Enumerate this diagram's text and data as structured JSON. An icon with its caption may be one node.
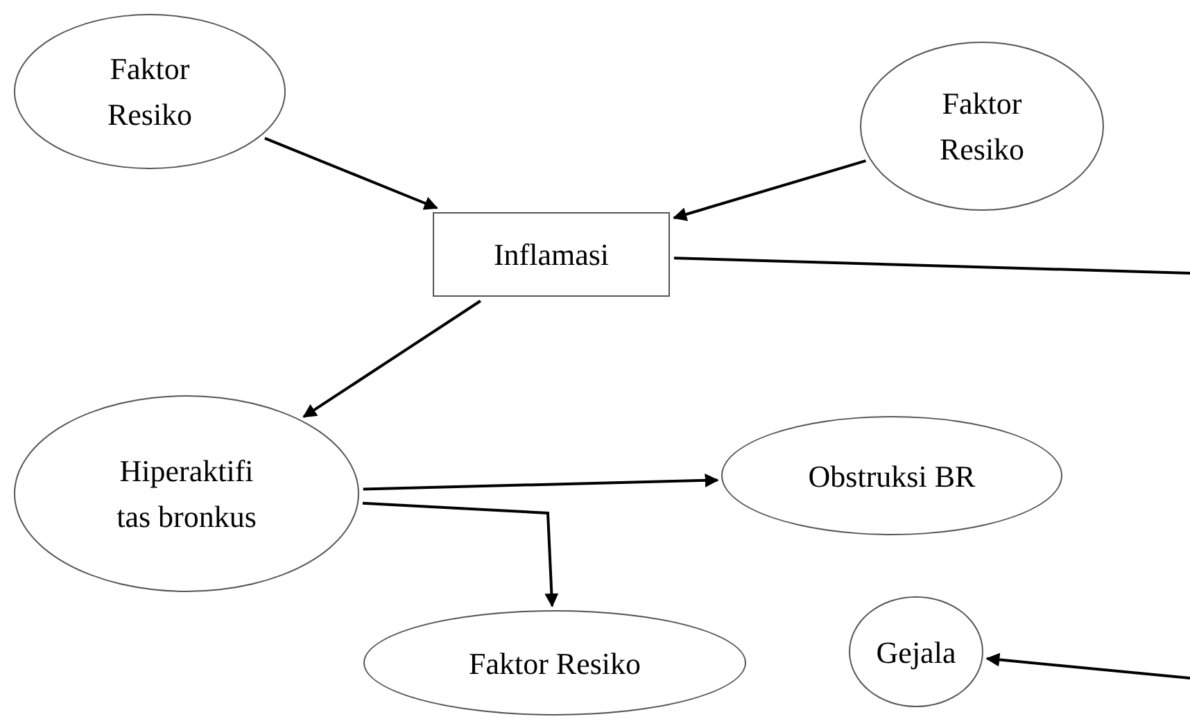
{
  "diagram": {
    "nodes": [
      {
        "text": [
          "Faktor Resiko"
        ]
      },
      {
        "text": [
          "Faktor Resiko"
        ]
      },
      {
        "text": [
          "Inflamasi"
        ]
      },
      {
        "text": [
          "Hiperaktifi tas bronkus"
        ]
      },
      {
        "text": [
          "Obstruksi BR"
        ]
      },
      {
        "text": [
          "Faktor Resiko"
        ]
      },
      {
        "text": [
          "Gejala"
        ]
      }
    ],
    "edges": [
      {
        "from": 0,
        "to": 2,
        "arrow": "to"
      },
      {
        "from": 1,
        "to": 2,
        "arrow": "to"
      },
      {
        "from": 2,
        "to": 3,
        "arrow": "to"
      },
      {
        "from": 3,
        "to": 4,
        "arrow": "to"
      },
      {
        "from": 3,
        "to": 5,
        "arrow": "to"
      },
      {
        "from": 2,
        "to": null,
        "arrow": "none"
      },
      {
        "from": null,
        "to": 6,
        "arrow": "to"
      }
    ]
  }
}
